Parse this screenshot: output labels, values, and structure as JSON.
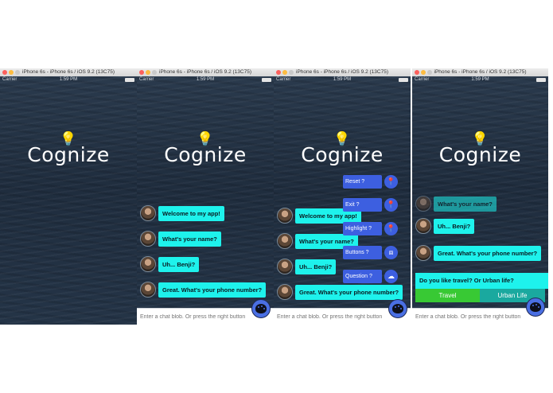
{
  "device_title": "iPhone 6s - iPhone 6s / iOS 9.2 (13C75)",
  "status": {
    "carrier": "Carrier",
    "time": "1:59 PM"
  },
  "app": {
    "bulb": "💡",
    "logo": "Cognize"
  },
  "chat": {
    "messages": [
      "Welcome to my app!",
      "What's your name?",
      "Uh... Benji?",
      "Great.  What's your phone number?"
    ],
    "input_placeholder": "Enter a chat blob. Or press the right button"
  },
  "menu": {
    "items": [
      {
        "label": "Reset ?",
        "icon": "location-pin-icon",
        "glyph": "📍"
      },
      {
        "label": "Exit ?",
        "icon": "location-pin-icon",
        "glyph": "📍"
      },
      {
        "label": "Highlight ?",
        "icon": "location-pin-icon",
        "glyph": "📍"
      },
      {
        "label": "Buttons ?",
        "icon": "screen-icon",
        "glyph": "⧈"
      },
      {
        "label": "Question ?",
        "icon": "cloud-upload-icon",
        "glyph": "☁"
      }
    ]
  },
  "survey": {
    "faded_message": "What's your name?",
    "question": "Do you like travel? Or Urban life?",
    "option_a": "Travel",
    "option_b": "Urban Life"
  },
  "colors": {
    "bubble": "#1ef2ec",
    "menu": "#3d5fe0",
    "travel": "#38c934",
    "urban": "#1aa99f"
  }
}
